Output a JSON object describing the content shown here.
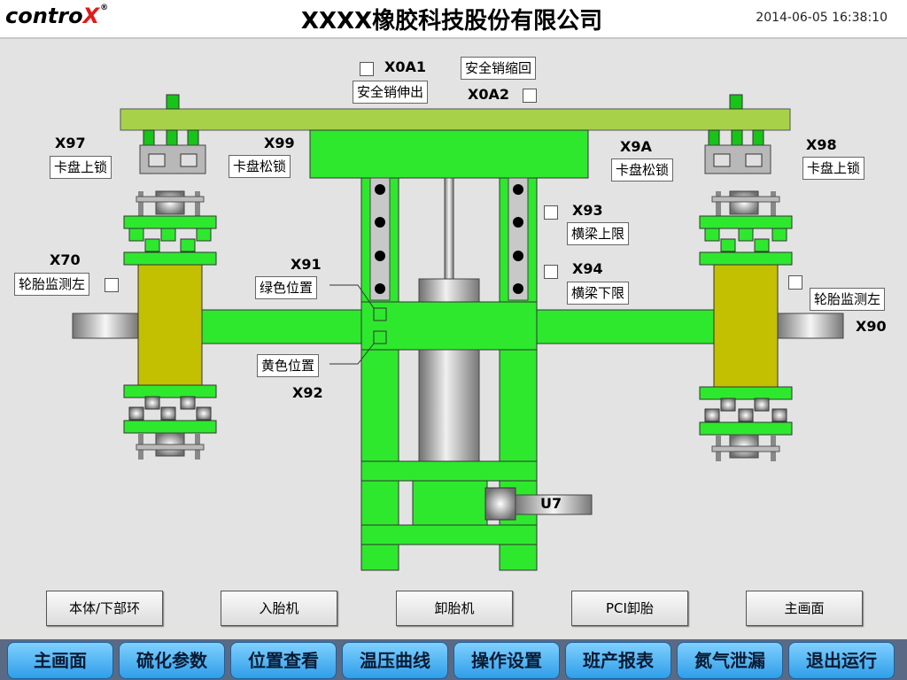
{
  "header": {
    "logo_text": "contro",
    "logo_x": "X",
    "logo_reg": "®",
    "title": "XXXX橡胶科技股份有限公司",
    "datetime": "2014-06-05 16:38:10"
  },
  "tags": {
    "x0a1": "X0A1",
    "x0a2": "X0A2",
    "x97": "X97",
    "x99": "X99",
    "x9a": "X9A",
    "x98": "X98",
    "x93": "X93",
    "x94": "X94",
    "x70": "X70",
    "x91": "X91",
    "x92": "X92",
    "x90": "X90",
    "u7": "U7"
  },
  "labels": {
    "safety_pin_extend": "安全销伸出",
    "safety_pin_retract": "安全销缩回",
    "chuck_lock_left": "卡盘上锁",
    "chuck_unlock_left": "卡盘松锁",
    "chuck_unlock_right": "卡盘松锁",
    "chuck_lock_right": "卡盘上锁",
    "beam_upper_limit": "横梁上限",
    "beam_lower_limit": "横梁下限",
    "tire_monitor_left": "轮胎监测左",
    "tire_monitor_right": "轮胎监测左",
    "green_position": "绿色位置",
    "yellow_position": "黄色位置"
  },
  "sub_buttons": [
    "本体/下部环",
    "入胎机",
    "卸胎机",
    "PCI卸胎",
    "主画面"
  ],
  "nav_buttons": [
    "主画面",
    "硫化参数",
    "位置查看",
    "温压曲线",
    "操作设置",
    "班产报表",
    "氮气泄漏",
    "退出运行"
  ],
  "colors": {
    "beam": "#a8d14a",
    "frame": "#2ee82e",
    "tire": "#c2c000",
    "nav": "#3aa6ee",
    "background": "#e3e3e3"
  }
}
